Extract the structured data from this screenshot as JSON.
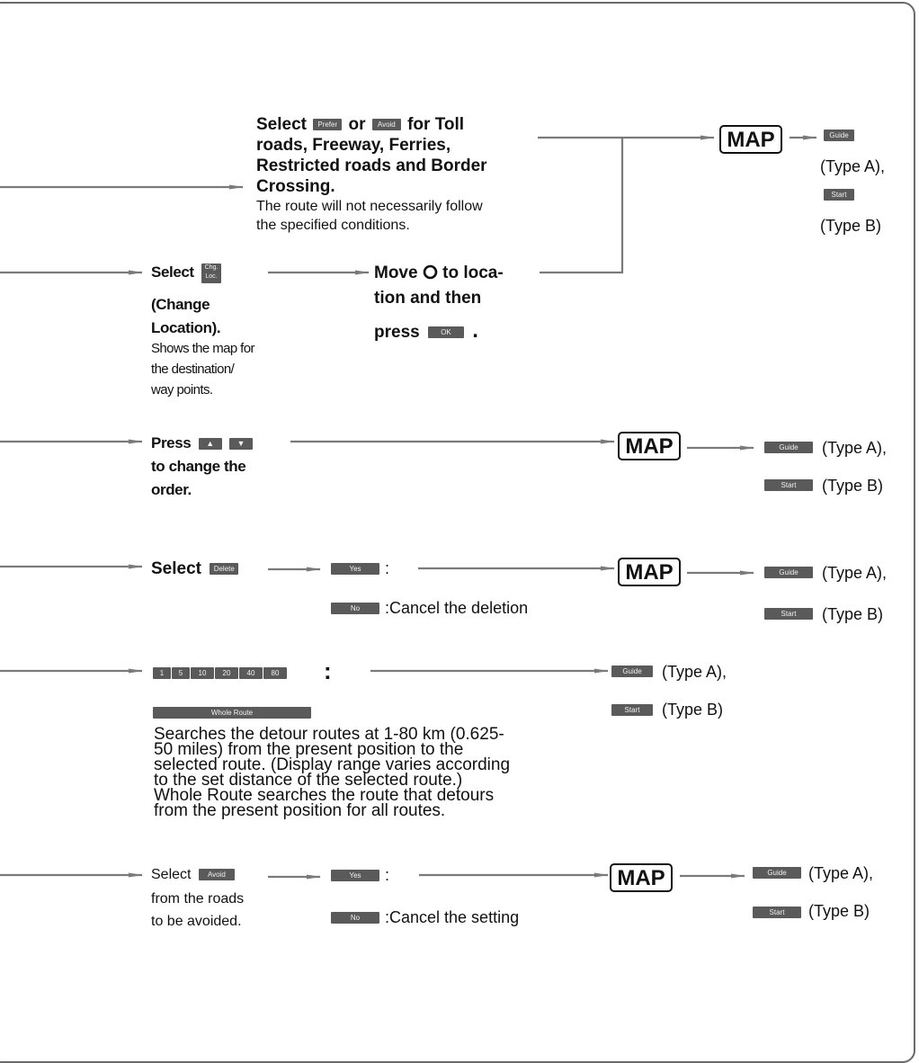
{
  "colors": {
    "line": "#7a7a7a",
    "button": "#5a5a5a",
    "button_text": "#f2f2f2",
    "text": "#111111"
  },
  "icons": {
    "cursor": "circle-cursor-icon",
    "up": "up-arrow-icon",
    "down": "down-arrow-icon"
  },
  "buttons": {
    "prefer": "Prefer",
    "avoid": "Avoid",
    "guide": "Guide",
    "start": "Start",
    "chg_loc_1": "Chg.",
    "chg_loc_2": "Loc.",
    "ok": "OK",
    "delete": "Delete",
    "yes": "Yes",
    "no": "No",
    "whole_route": "Whole Route",
    "map": "MAP",
    "distances": [
      "1",
      "5",
      "10",
      "20",
      "40",
      "80"
    ]
  },
  "labels": {
    "type_a": "(Type A),",
    "type_b": "(Type B)"
  },
  "row1": {
    "select": "Select",
    "or": "or",
    "for_toll": "for Toll",
    "line2": "roads, Freeway, Ferries,",
    "line3": "Restricted roads and Border",
    "line4": "Crossing.",
    "note1": "The route will not necessarily follow",
    "note2": "the specified conditions."
  },
  "row2": {
    "select": "Select",
    "change": "(Change",
    "location": "Location).",
    "note1": "Shows the map for",
    "note2": "the destination/",
    "note3": "way points.",
    "move1a": "Move",
    "move1b": "to loca-",
    "move2": "tion and then",
    "press": "press",
    "period": "."
  },
  "row3": {
    "press": "Press",
    "line2": "to change the",
    "line3": "order."
  },
  "row4": {
    "select": "Select",
    "colon": ":",
    "cancel": ":Cancel the deletion"
  },
  "row5": {
    "colon": ":",
    "desc": [
      "Searches the detour routes at 1-80 km (0.625-",
      "50 miles) from the present position to the",
      "selected route. (Display range varies according",
      "to the set distance of the selected route.)",
      "Whole Route searches the route that detours",
      "from the present position for all routes."
    ]
  },
  "row6": {
    "select": "Select",
    "line2": "from the roads",
    "line3": "to be avoided.",
    "colon": ":",
    "cancel": ":Cancel the setting"
  }
}
